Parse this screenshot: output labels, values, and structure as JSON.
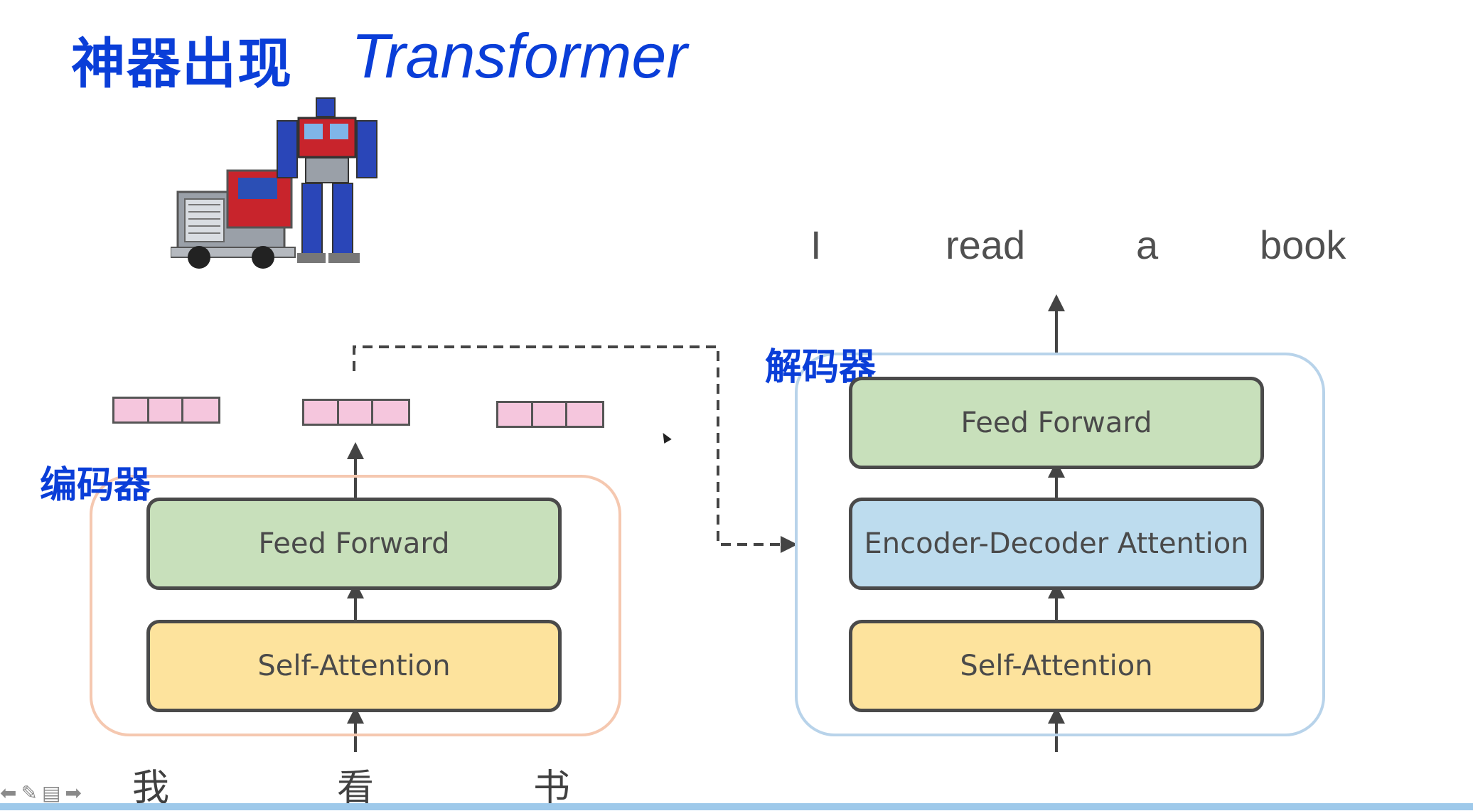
{
  "title": {
    "cn": "神器出现",
    "en": "Transformer"
  },
  "encoder": {
    "label": "编码器",
    "feed_forward": "Feed Forward",
    "self_attention": "Self-Attention",
    "inputs": [
      "我",
      "看",
      "书"
    ]
  },
  "decoder": {
    "label": "解码器",
    "feed_forward": "Feed Forward",
    "encoder_decoder_attention": "Encoder-Decoder Attention",
    "self_attention": "Self-Attention",
    "outputs": [
      "I",
      "read",
      "a",
      "book"
    ]
  },
  "colors": {
    "title": "#0a3ed8",
    "feed_forward": "#c8e0bb",
    "self_attention": "#fde39d",
    "encoder_decoder_attention": "#bddcee",
    "encoder_border": "#f5c8b0",
    "decoder_border": "#b8d3ea",
    "vector_cell": "#f5c6dd"
  },
  "icons": [
    "transformer-robot-image",
    "arrow-left-icon",
    "pen-icon",
    "screen-icon",
    "arrow-right-icon"
  ]
}
